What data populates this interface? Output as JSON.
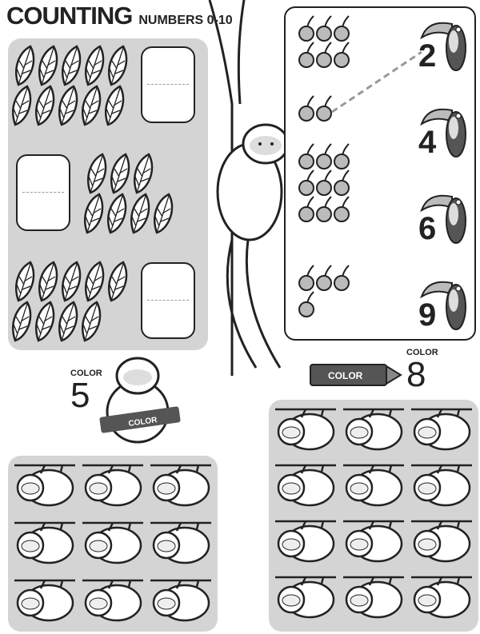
{
  "header": {
    "title": "COUNTING",
    "subtitle": "NUMBERS 0-10"
  },
  "leaf_section": {
    "groups": [
      {
        "leaf_count": 10,
        "answer": ""
      },
      {
        "leaf_count": 7,
        "answer": ""
      },
      {
        "leaf_count": 9,
        "answer": ""
      }
    ]
  },
  "cherry_section": {
    "groups": [
      6,
      2,
      9,
      4
    ],
    "toucan_numbers": [
      "2",
      "4",
      "6",
      "9"
    ],
    "example_match": {
      "cherries": 2,
      "number": "2"
    }
  },
  "color_tasks": [
    {
      "label": "COLOR",
      "number": "5",
      "crayon_label": "COLOR",
      "sloth_count": 9
    },
    {
      "label": "COLOR",
      "number": "8",
      "crayon_label": "COLOR",
      "sloth_count": 12
    }
  ],
  "colors": {
    "panel": "#d4d4d4",
    "ink": "#222222",
    "cherry": "#bbbbbb"
  }
}
